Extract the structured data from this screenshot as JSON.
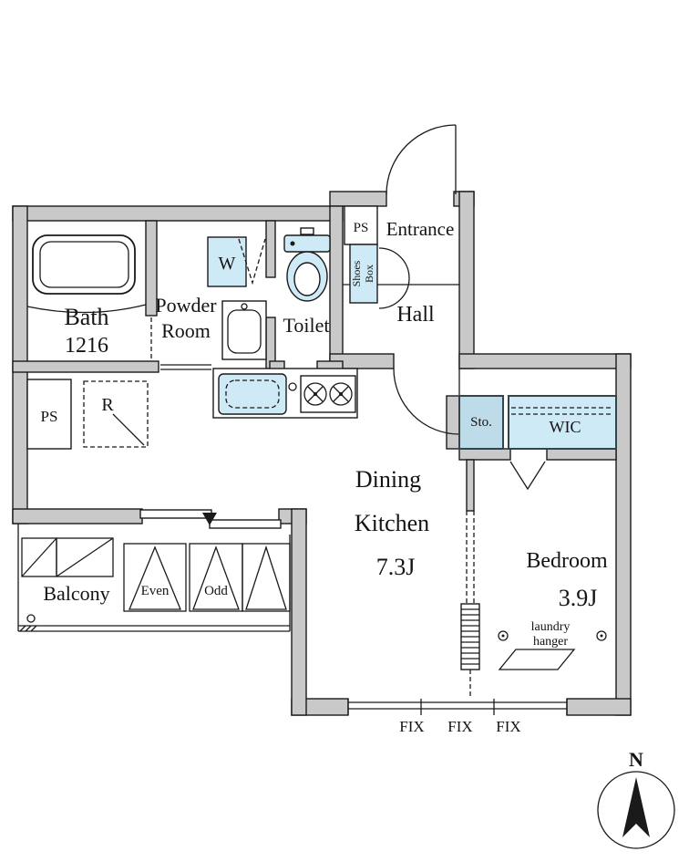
{
  "meta": {
    "type": "apartment-floor-plan"
  },
  "colors": {
    "background": "#ffffff",
    "wall_fill": "#c9c9c9",
    "line": "#1a1a1a",
    "fixture_blue": "#cfeaf7",
    "storage_blue": "#bedbe9"
  },
  "rooms": {
    "bath": {
      "name": "Bath",
      "size": "1216"
    },
    "powder_room": {
      "line1": "Powder",
      "line2": "Room"
    },
    "toilet": {
      "label": "Toilet"
    },
    "hall": {
      "label": "Hall"
    },
    "entrance": {
      "label": "Entrance"
    },
    "dining_kitchen": {
      "line1": "Dining",
      "line2": "Kitchen",
      "size": "7.3J"
    },
    "bedroom": {
      "name": "Bedroom",
      "size": "3.9J"
    },
    "balcony": {
      "label": "Balcony"
    },
    "storage": {
      "label": "Sto."
    },
    "wic": {
      "label": "WIC"
    }
  },
  "fixtures": {
    "washer": "W",
    "refrigerator": "R",
    "ps_upper": "PS",
    "ps_lower": "PS",
    "shoes_box": {
      "line1": "Shoes",
      "line2": "Box"
    },
    "laundry_hanger": {
      "line1": "laundry",
      "line2": "hanger"
    }
  },
  "annotations": {
    "balcony_partitions": {
      "even": "Even",
      "odd": "Odd"
    },
    "fix_windows": [
      "FIX",
      "FIX",
      "FIX"
    ],
    "compass_north": "N"
  }
}
